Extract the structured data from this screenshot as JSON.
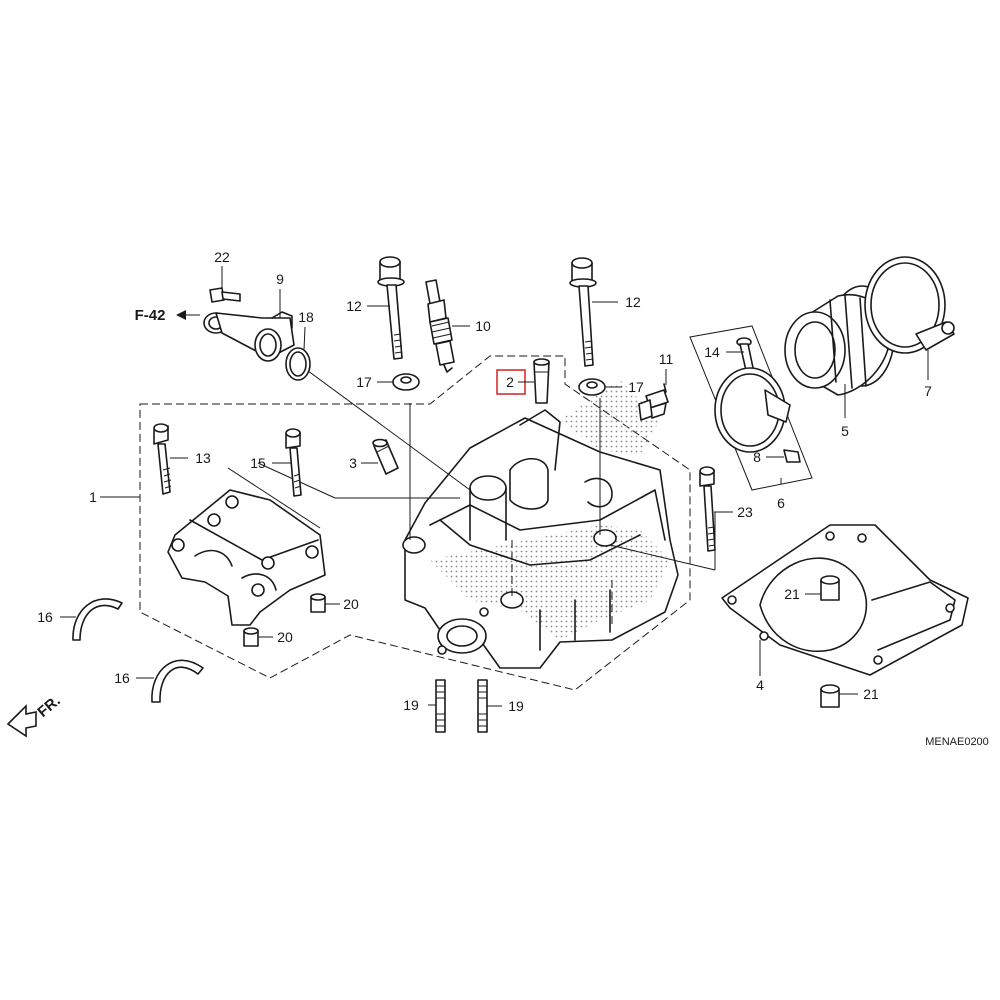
{
  "diagram": {
    "code": "MENAE0200",
    "ref_arrow": "F-42",
    "direction": "FR.",
    "highlight_color": "#d62020",
    "callouts": {
      "c1": "1",
      "c2": "2",
      "c3": "3",
      "c4": "4",
      "c5": "5",
      "c6": "6",
      "c7": "7",
      "c8": "8",
      "c9": "9",
      "c10": "10",
      "c11": "11",
      "c12a": "12",
      "c12b": "12",
      "c13": "13",
      "c14": "14",
      "c15": "15",
      "c16a": "16",
      "c16b": "16",
      "c17a": "17",
      "c17b": "17",
      "c18": "18",
      "c19a": "19",
      "c19b": "19",
      "c20a": "20",
      "c20b": "20",
      "c21a": "21",
      "c21b": "21",
      "c22": "22",
      "c23": "23"
    }
  }
}
